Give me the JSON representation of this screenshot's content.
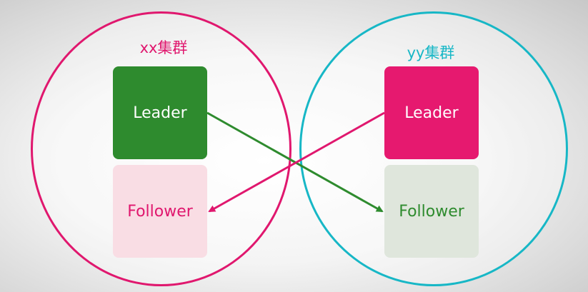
{
  "clusters": [
    {
      "title": "xx集群",
      "border_color": "#e0176e",
      "leader_label": "Leader",
      "follower_label": "Follower",
      "leader_color": "#2e8b2e",
      "follower_color": "#f9dde4"
    },
    {
      "title": "yy集群",
      "border_color": "#17b7c6",
      "leader_label": "Leader",
      "follower_label": "Follower",
      "leader_color": "#e6196f",
      "follower_color": "#dfe6dc"
    }
  ],
  "edges": [
    {
      "from": "xx-leader",
      "to": "yy-follower",
      "color": "#2e8b2e"
    },
    {
      "from": "yy-leader",
      "to": "xx-follower",
      "color": "#e0176e"
    }
  ]
}
